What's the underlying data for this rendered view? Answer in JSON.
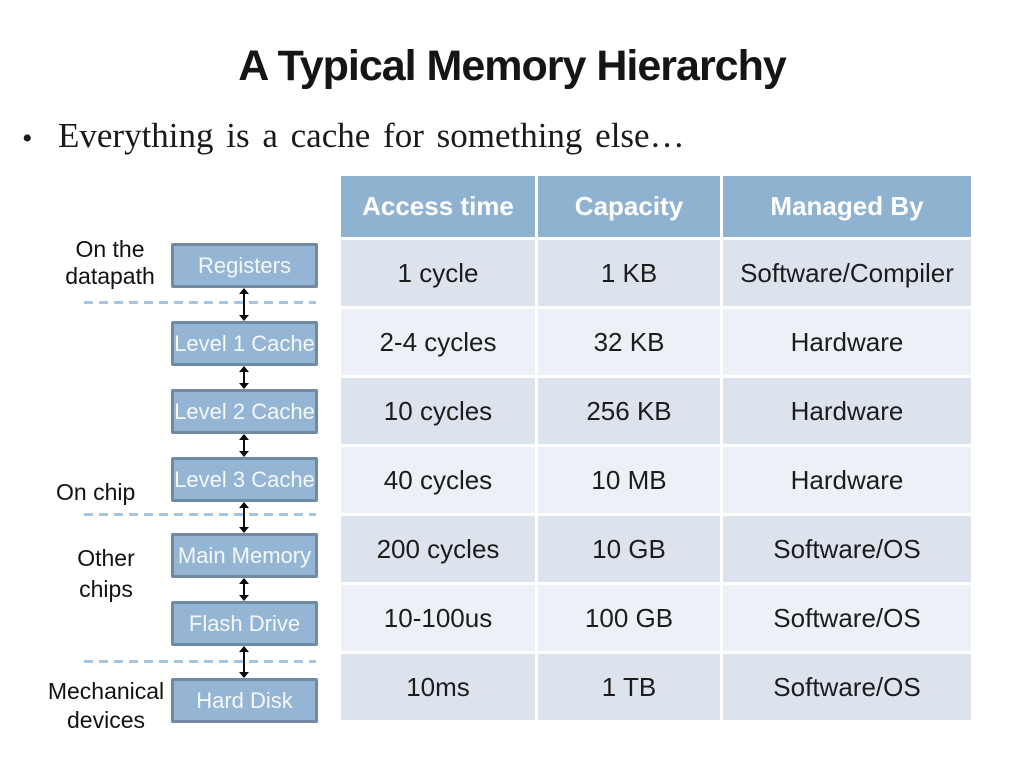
{
  "slide": {
    "title": "A Typical Memory Hierarchy",
    "bullet_glyph": "•",
    "bullet_text": "Everything is a cache for something else…"
  },
  "diagram": {
    "boxes": [
      "Registers",
      "Level 1 Cache",
      "Level 2 Cache",
      "Level 3 Cache",
      "Main Memory",
      "Flash Drive",
      "Hard Disk"
    ],
    "group_labels": [
      {
        "lines": [
          "On the",
          "datapath"
        ]
      },
      {
        "lines": [
          "On chip"
        ]
      },
      {
        "lines": [
          "Other",
          "chips"
        ]
      },
      {
        "lines": [
          "Mechanical",
          "devices"
        ]
      }
    ],
    "icons": {
      "connector": "double-headed-arrow",
      "boundary": "dashed-boundary-line"
    },
    "colors": {
      "box_fill": "#94b6d4",
      "box_border": "#7189a2",
      "box_text": "#f4f8fb",
      "dashed_line": "#a9c5de",
      "arrow": "#0c0c0c"
    }
  },
  "table": {
    "headers": [
      "Access time",
      "Capacity",
      "Managed By"
    ],
    "rows": [
      [
        "1 cycle",
        "1 KB",
        "Software/Compiler"
      ],
      [
        "2-4 cycles",
        "32 KB",
        "Hardware"
      ],
      [
        "10 cycles",
        "256 KB",
        "Hardware"
      ],
      [
        "40 cycles",
        "10 MB",
        "Hardware"
      ],
      [
        "200 cycles",
        "10 GB",
        "Software/OS"
      ],
      [
        "10-100us",
        "100 GB",
        "Software/OS"
      ],
      [
        "10ms",
        "1 TB",
        "Software/OS"
      ]
    ],
    "colors": {
      "header_bg": "#8fb2d1",
      "header_text": "#ffffff",
      "row_odd_bg": "#dde3ed",
      "row_even_bg": "#edf1f7",
      "cell_text": "#1c1c1c"
    }
  }
}
